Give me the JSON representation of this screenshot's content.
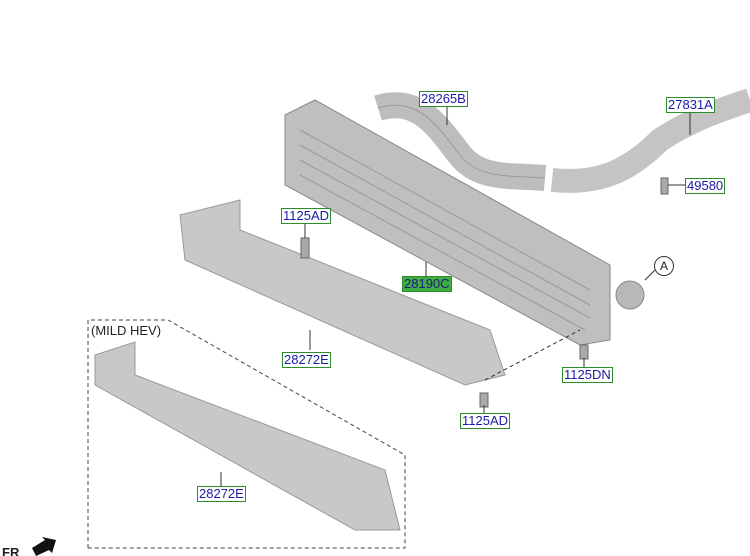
{
  "diagram": {
    "variant_note": "(MILD HEV)",
    "reference_marker": "A",
    "direction_label": "FR",
    "parts": [
      {
        "code": "28265B",
        "highlighted": false
      },
      {
        "code": "27831A",
        "highlighted": false
      },
      {
        "code": "49580",
        "highlighted": false
      },
      {
        "code": "1125AD",
        "highlighted": false
      },
      {
        "code": "28190C",
        "highlighted": true
      },
      {
        "code": "28272E",
        "highlighted": false
      },
      {
        "code": "1125DN",
        "highlighted": false
      },
      {
        "code": "1125AD",
        "highlighted": false
      },
      {
        "code": "28272E",
        "highlighted": false
      }
    ],
    "colors": {
      "label_text": "#1a1aa8",
      "label_border": "#2e8b2e",
      "highlight": "#3fae3f",
      "part_fill": "#c8c8c8"
    }
  }
}
